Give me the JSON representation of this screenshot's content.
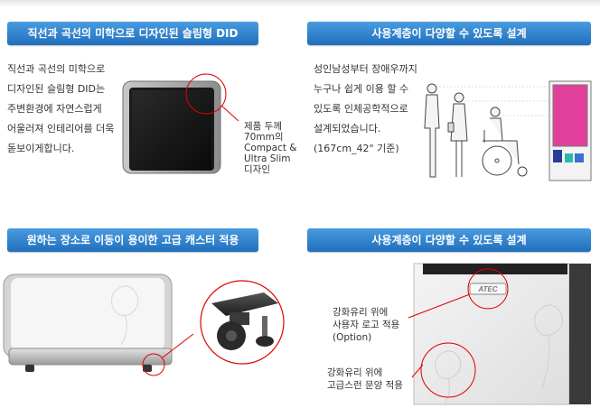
{
  "sections": {
    "slim_design": {
      "banner": "직선과 곡선의 미학으로 디자인된 슬림형 DID",
      "lines": [
        "직선과 곡선의 미학으로",
        "디자인된 슬림형 DID는",
        "주변환경에 자연스럽게",
        "어울러져 인테리어를 더욱",
        "돋보이게합니다."
      ],
      "callout_lines": [
        "제품 두께",
        "70mm의",
        "Compact &",
        "Ultra Slim",
        "디자인"
      ]
    },
    "ergonomic": {
      "banner": "사용계층이 다양할 수 있도록 설계",
      "lines": [
        "성인남성부터 장애우까지",
        "누구나 쉽게 이용 할 수",
        "있도록 인체공학적으로",
        "설계되었습니다.",
        "(167cm_42\" 기준)"
      ]
    },
    "casters": {
      "banner": "원하는 장소로 이동이 용이한 고급 캐스터 적용"
    },
    "glass": {
      "banner": "사용계층이 다양할 수 있도록 설계",
      "logo_callout": [
        "강화유리 위에",
        "사용자 로고 적용",
        "(Option)"
      ],
      "pattern_callout": [
        "강화유리 위에",
        "고급스런 문양 적용"
      ],
      "logo_text": "ATEC"
    }
  },
  "colors": {
    "banner_top": "#4b9be0",
    "banner_bottom": "#1f6fbd",
    "highlight": "#e00000",
    "kiosk_screen": "#e0409a"
  }
}
